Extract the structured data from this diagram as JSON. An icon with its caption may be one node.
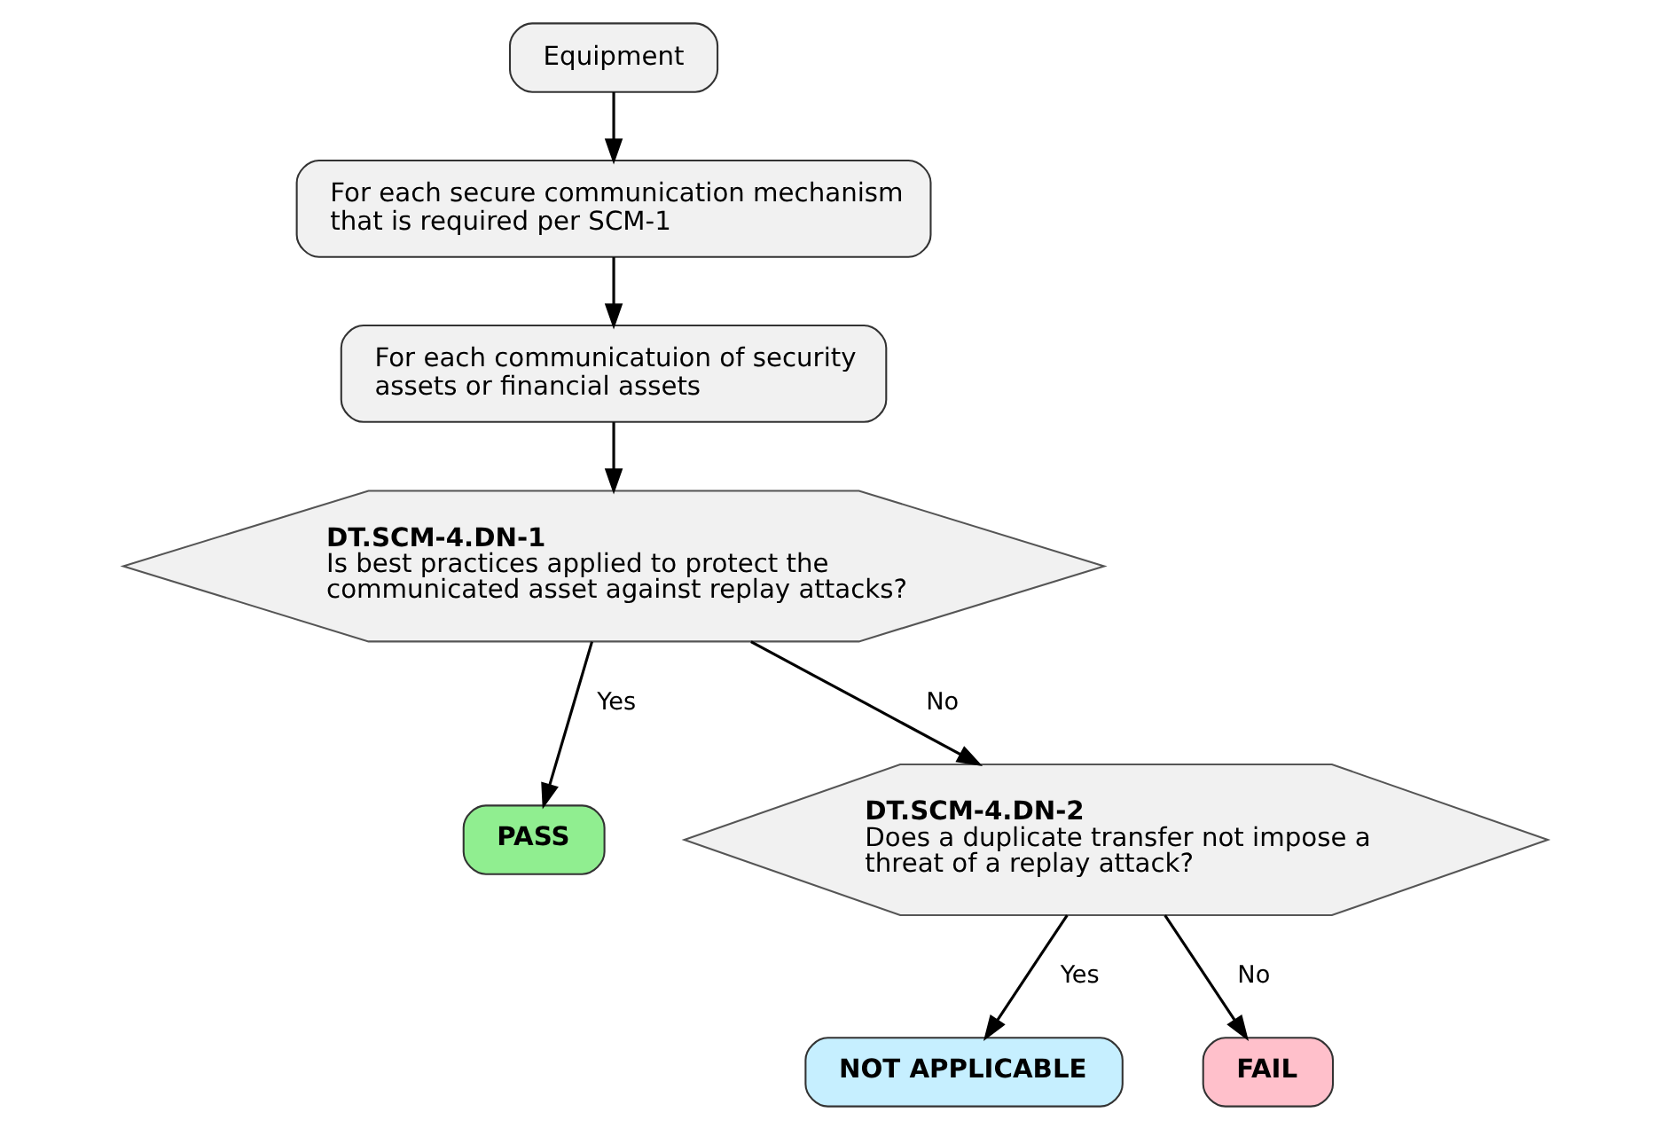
{
  "diagram": {
    "nodes": [
      {
        "text": [
          "Equipment"
        ]
      },
      {
        "text": [
          "For each secure communication mechanism that is required per SCM-1"
        ]
      },
      {
        "text": [
          "For each communicatuion of security assets or financial assets"
        ]
      },
      {
        "text": [
          "DT.SCM-4.DN-1",
          "Is best practices applied to protect the communicated asset against replay attacks?"
        ]
      },
      {
        "text": [
          "PASS"
        ]
      },
      {
        "text": [
          "DT.SCM-4.DN-2",
          "Does a duplicate transfer not impose a threat of a replay attack?"
        ]
      },
      {
        "text": [
          "NOT APPLICABLE"
        ]
      },
      {
        "text": [
          "FAIL"
        ]
      }
    ],
    "edges": [
      {
        "from": 0,
        "to": 1,
        "arrow": "to"
      },
      {
        "from": 1,
        "to": 2,
        "arrow": "to"
      },
      {
        "from": 2,
        "to": 3,
        "arrow": "to"
      },
      {
        "from": 3,
        "to": 4,
        "arrow": "to",
        "label": "Yes"
      },
      {
        "from": 3,
        "to": 5,
        "arrow": "to",
        "label": "No"
      },
      {
        "from": 5,
        "to": 6,
        "arrow": "to",
        "label": "Yes"
      },
      {
        "from": 5,
        "to": 7,
        "arrow": "to",
        "label": "No"
      }
    ]
  }
}
